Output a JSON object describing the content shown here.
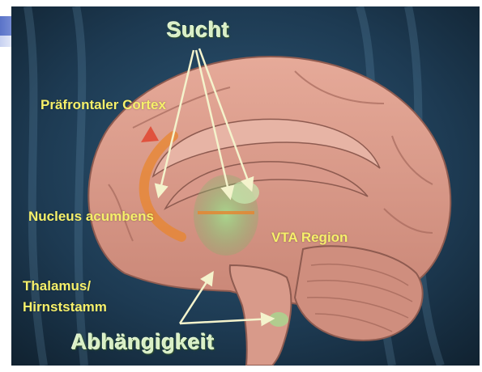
{
  "labels": {
    "top_caption": "Sucht",
    "bottom_caption": "Abhängigkeit",
    "prefrontal": "Präfrontaler Cortex",
    "nucleus": "Nucleus acumbens",
    "vta": "VTA Region",
    "thalamus_line1": "Thalamus/",
    "thalamus_line2": "Hirnststamm"
  },
  "colors": {
    "background": "#1d3a52",
    "brain": "#d9998a",
    "label_text": "#f6f06a",
    "caption_text": "#d9f0c6",
    "arrow": "#f4f3cc",
    "highlight_green": "#8cc47a",
    "highlight_orange": "#e8852e"
  }
}
